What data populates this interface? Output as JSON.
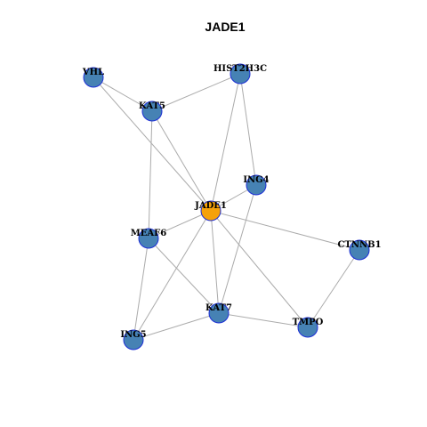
{
  "title": "JADE1",
  "colors": {
    "node_default": "#4682b4",
    "node_focus": "#f5a10a",
    "node_border": "#1d2fd6",
    "edge": "#ababab"
  },
  "nodes": [
    {
      "id": "VHL",
      "label": "VHL",
      "focus": false
    },
    {
      "id": "HIST2H3C",
      "label": "HIST2H3C",
      "focus": false
    },
    {
      "id": "KAT5",
      "label": "KAT5",
      "focus": false
    },
    {
      "id": "ING4",
      "label": "ING4",
      "focus": false
    },
    {
      "id": "JADE1",
      "label": "JADE1",
      "focus": true
    },
    {
      "id": "MEAF6",
      "label": "MEAF6",
      "focus": false
    },
    {
      "id": "CTNNB1",
      "label": "CTNNB1",
      "focus": false
    },
    {
      "id": "KAT7",
      "label": "KAT7",
      "focus": false
    },
    {
      "id": "TMPO",
      "label": "TMPO",
      "focus": false
    },
    {
      "id": "ING5",
      "label": "ING5",
      "focus": false
    }
  ],
  "edges": [
    [
      "VHL",
      "KAT5"
    ],
    [
      "VHL",
      "JADE1"
    ],
    [
      "KAT5",
      "HIST2H3C"
    ],
    [
      "KAT5",
      "JADE1"
    ],
    [
      "KAT5",
      "MEAF6"
    ],
    [
      "HIST2H3C",
      "JADE1"
    ],
    [
      "HIST2H3C",
      "ING4"
    ],
    [
      "ING4",
      "JADE1"
    ],
    [
      "ING4",
      "KAT7"
    ],
    [
      "JADE1",
      "MEAF6"
    ],
    [
      "JADE1",
      "CTNNB1"
    ],
    [
      "JADE1",
      "KAT7"
    ],
    [
      "JADE1",
      "TMPO"
    ],
    [
      "JADE1",
      "ING5"
    ],
    [
      "MEAF6",
      "ING5"
    ],
    [
      "MEAF6",
      "KAT7"
    ],
    [
      "KAT7",
      "ING5"
    ],
    [
      "KAT7",
      "TMPO"
    ],
    [
      "CTNNB1",
      "TMPO"
    ]
  ]
}
